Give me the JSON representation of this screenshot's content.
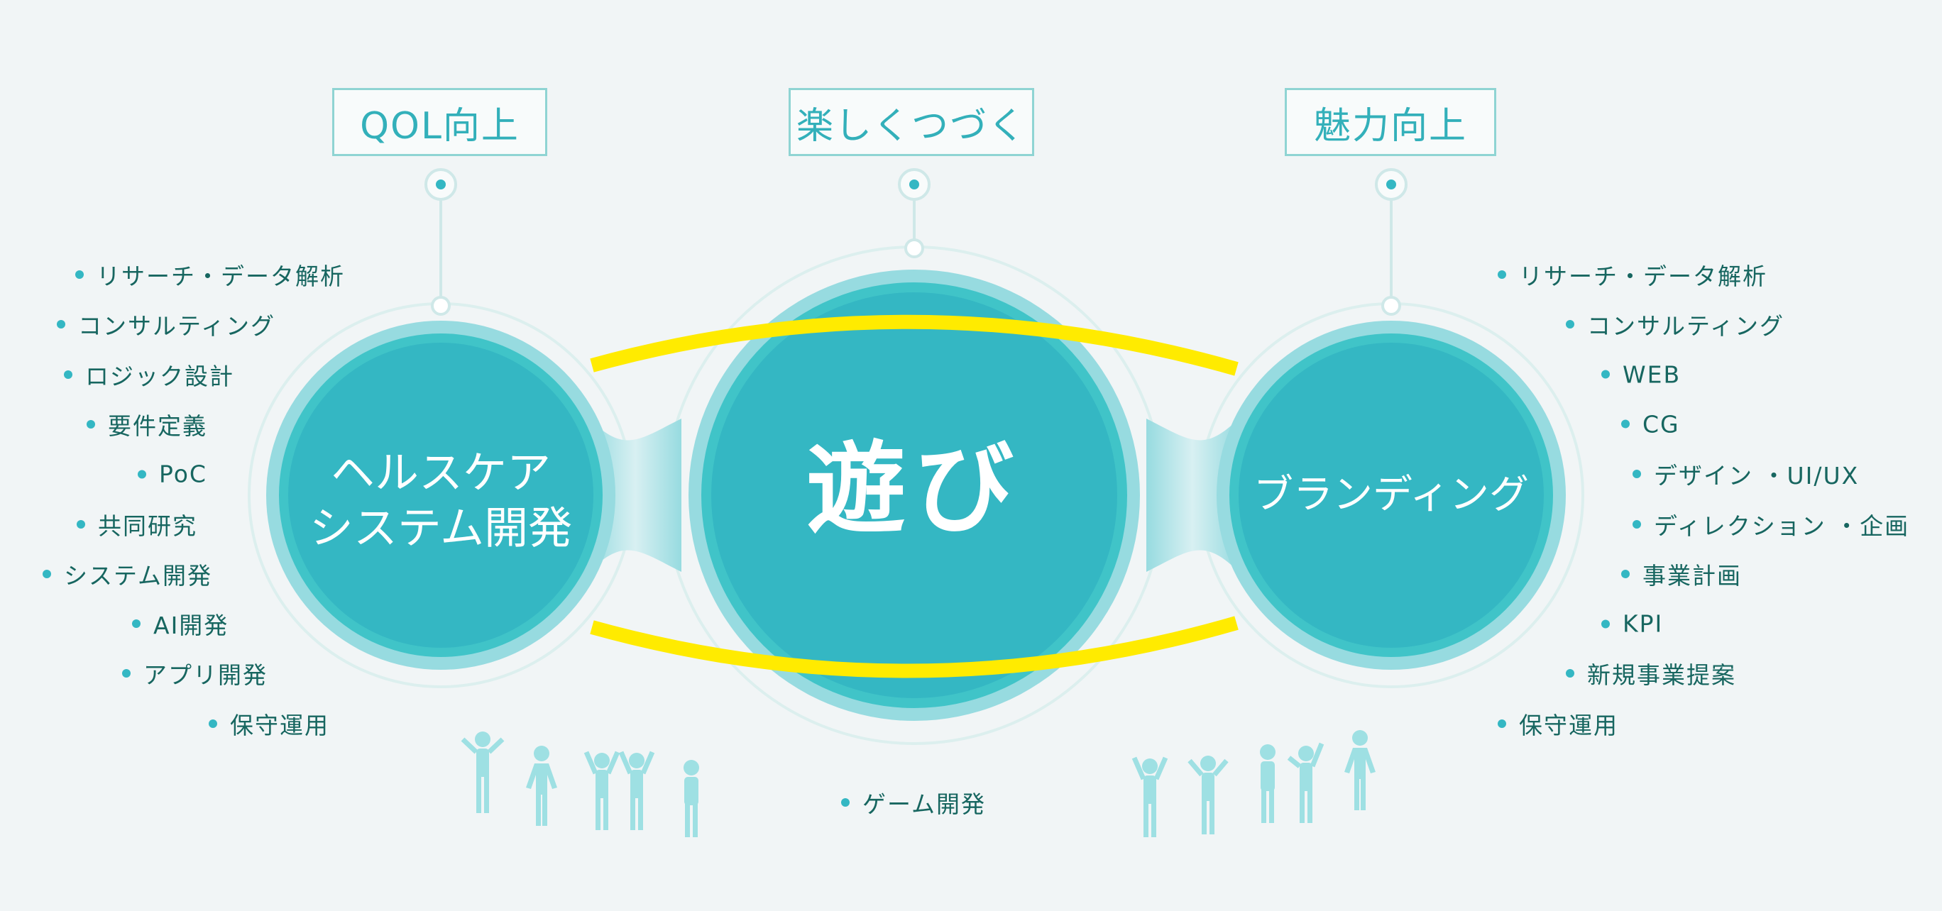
{
  "colors": {
    "background": "#f1f5f6",
    "circle": "#34b7c3",
    "ring": "#97dbe0",
    "accent_yellow": "#ffeb00",
    "text": "#176660",
    "label": "#33b0ba"
  },
  "labels": {
    "left": "QOL向上",
    "center": "楽しくつづく",
    "right": "魅力向上"
  },
  "circles": {
    "left": [
      "ヘルスケア",
      "システム開発"
    ],
    "center": "遊び",
    "right": "ブランディング"
  },
  "left_items": [
    "リサーチ・データ解析",
    "コンサルティング",
    "ロジック設計",
    "要件定義",
    "PoC",
    "共同研究",
    "システム開発",
    "AI開発",
    "アプリ開発",
    "保守運用"
  ],
  "right_items": [
    "リサーチ・データ解析",
    "コンサルティング",
    "WEB",
    "CG",
    "デザイン ・UI/UX",
    "ディレクション ・企画",
    "事業計画",
    "KPI",
    "新規事業提案",
    "保守運用"
  ],
  "center_items": [
    "ゲーム開発"
  ]
}
